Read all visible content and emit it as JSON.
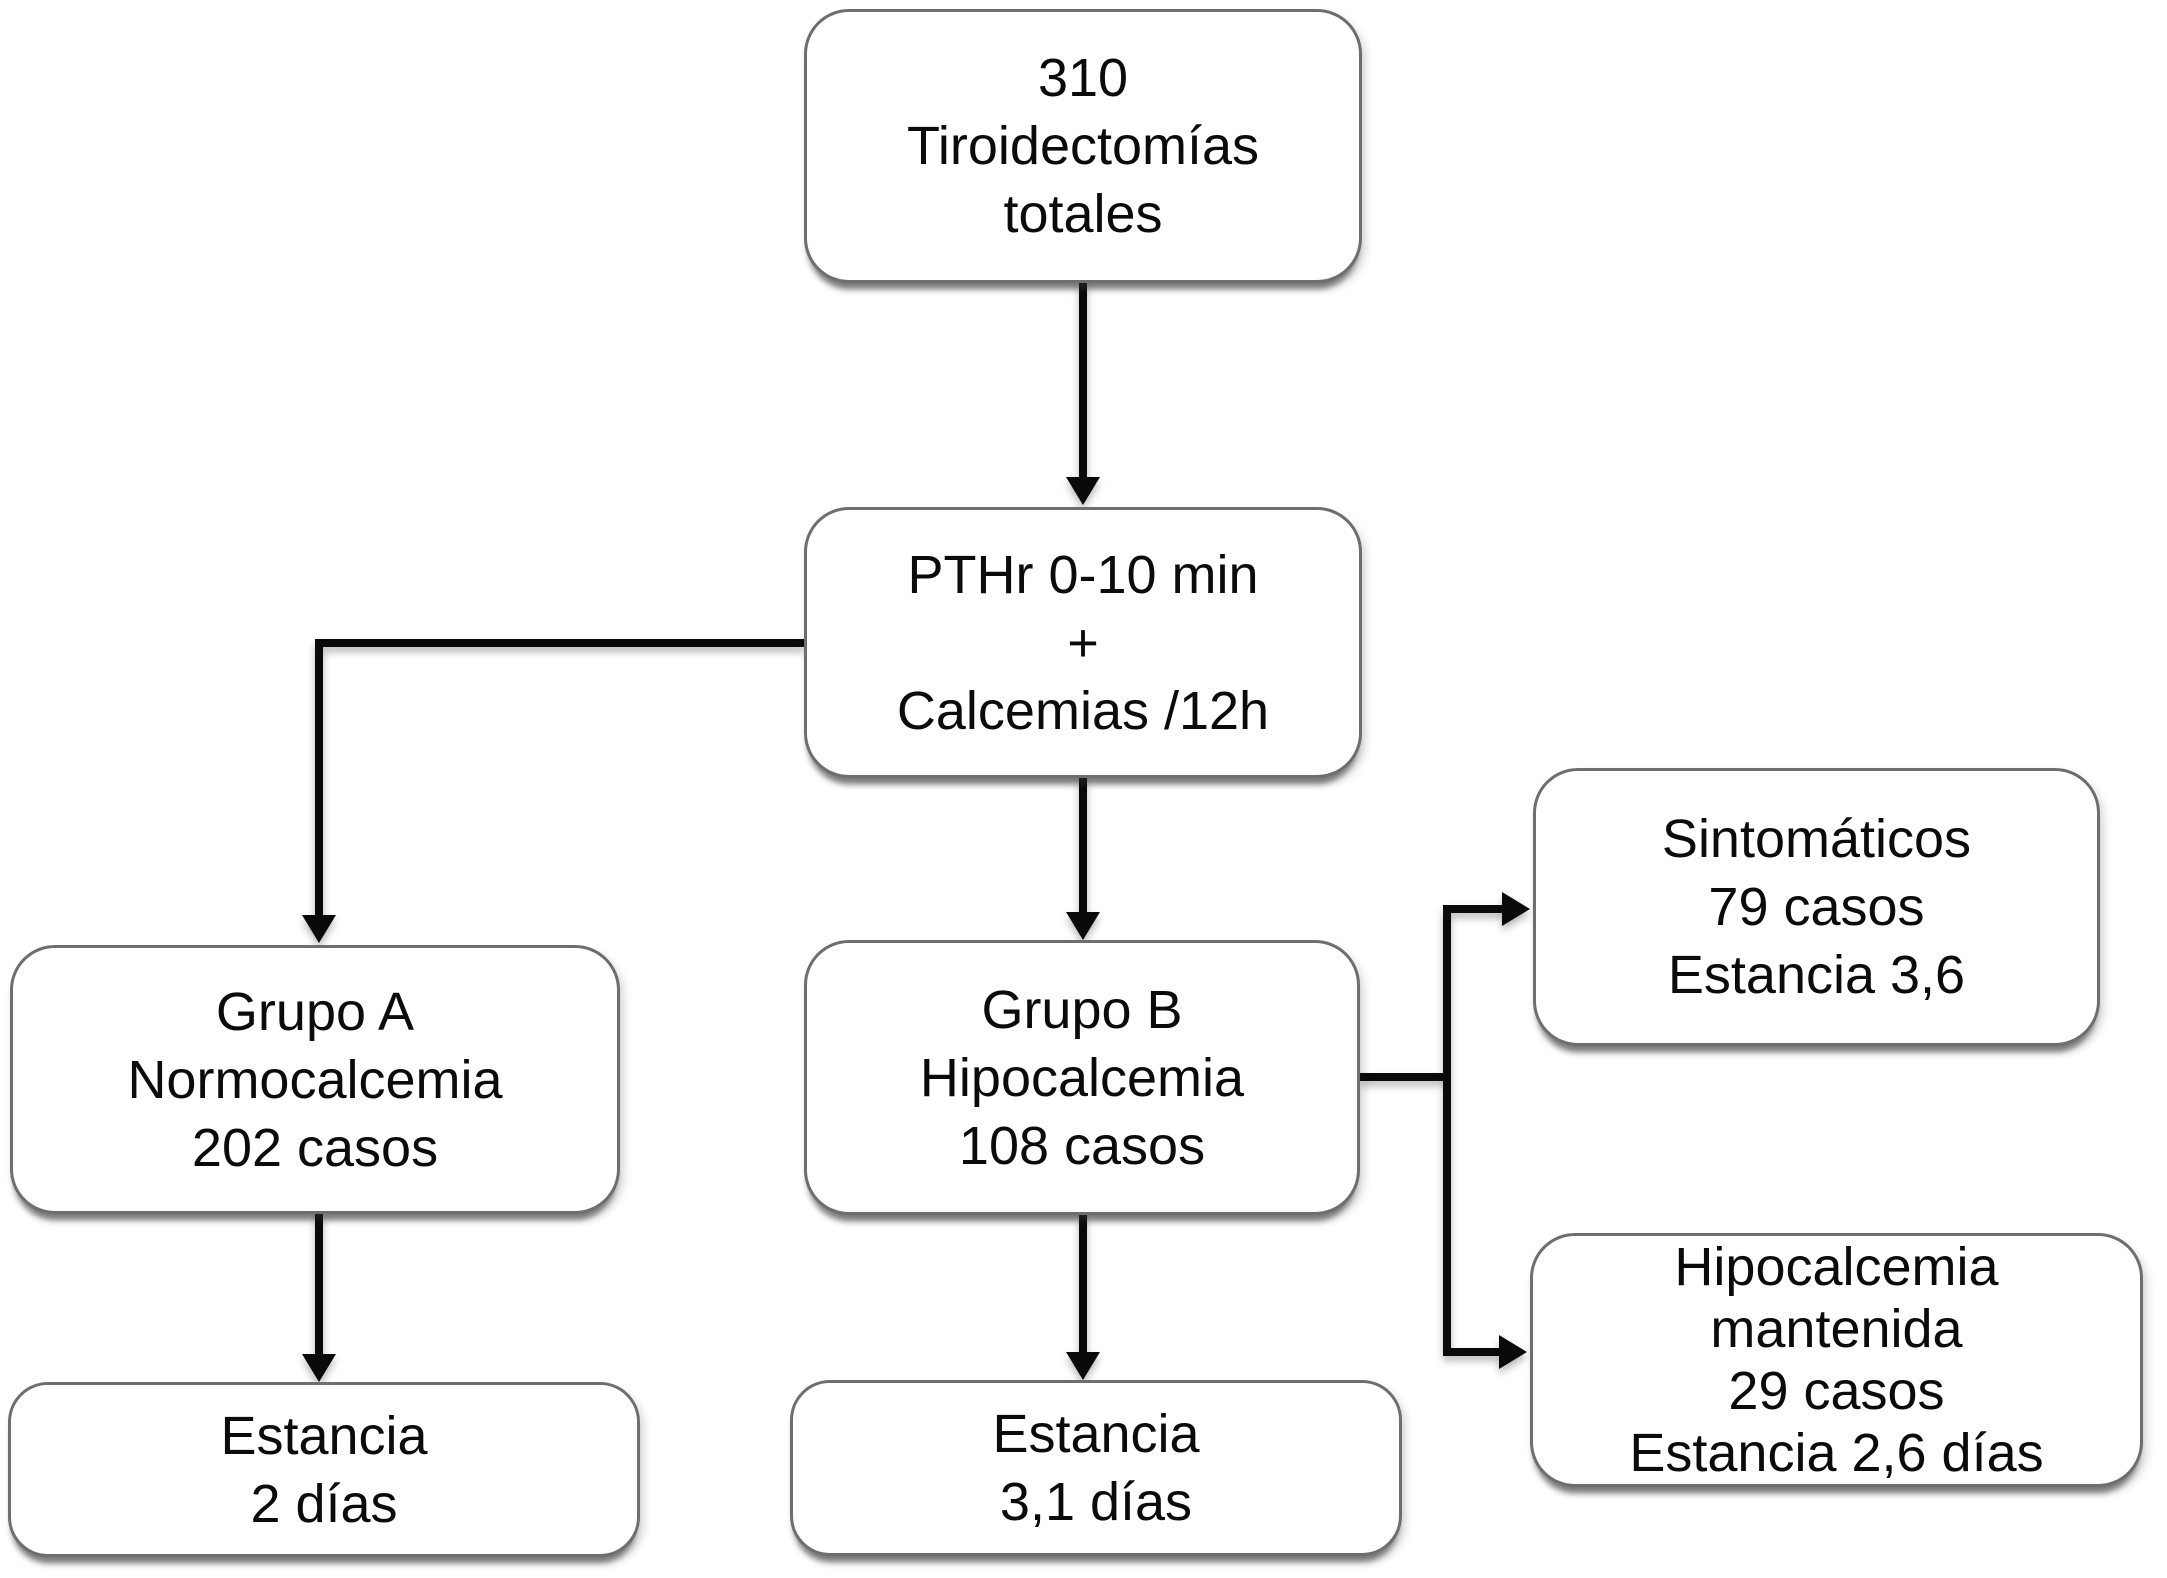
{
  "diagram": {
    "type": "flowchart",
    "language": "es",
    "nodes": {
      "total": {
        "text": "310\nTiroidectomías\ntotales"
      },
      "pthr": {
        "text": "PTHr 0-10 min\n+\nCalcemias /12h"
      },
      "grupo_a": {
        "text": "Grupo A\nNormocalcemia\n202 casos"
      },
      "grupo_b": {
        "text": "Grupo B\nHipocalcemia\n108 casos"
      },
      "sintomaticos": {
        "text": "Sintomáticos\n79 casos\nEstancia 3,6"
      },
      "hipocalcemia_mantenida": {
        "text": "Hipocalcemia\nmantenida\n29 casos\nEstancia 2,6 días"
      },
      "estancia_grupo_a": {
        "text": "Estancia\n2 días"
      },
      "estancia_grupo_b": {
        "text": "Estancia\n3,1 días"
      }
    },
    "edges": [
      {
        "from": "total",
        "to": "pthr"
      },
      {
        "from": "pthr",
        "to": "grupo_a"
      },
      {
        "from": "pthr",
        "to": "grupo_b"
      },
      {
        "from": "grupo_a",
        "to": "estancia_grupo_a"
      },
      {
        "from": "grupo_b",
        "to": "estancia_grupo_b"
      },
      {
        "from": "grupo_b",
        "to": "sintomaticos"
      },
      {
        "from": "grupo_b",
        "to": "hipocalcemia_mantenida"
      }
    ]
  },
  "colors": {
    "background": "#ffffff",
    "node_fill": "#ffffff",
    "node_border": "#6e6e6e",
    "connector": "#0a0a0a",
    "text": "#0b0b0b"
  }
}
